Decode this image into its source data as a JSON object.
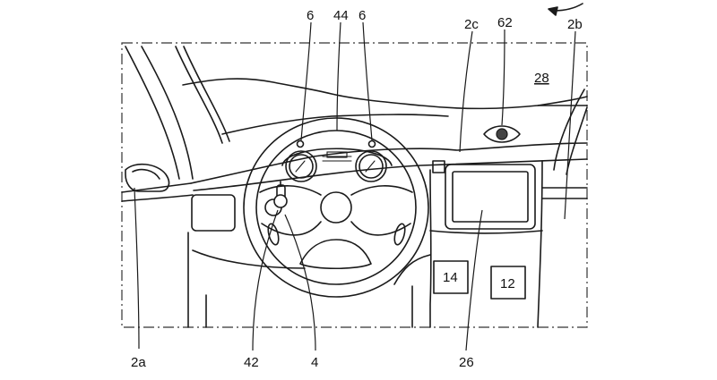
{
  "labels": {
    "ref_6_left": "6",
    "ref_44": "44",
    "ref_6_right": "6",
    "ref_2c": "2c",
    "ref_62": "62",
    "ref_2b": "2b",
    "ref_28": "28",
    "ref_14": "14",
    "ref_12": "12",
    "ref_2a": "2a",
    "ref_42": "42",
    "ref_4": "4",
    "ref_26": "26"
  }
}
